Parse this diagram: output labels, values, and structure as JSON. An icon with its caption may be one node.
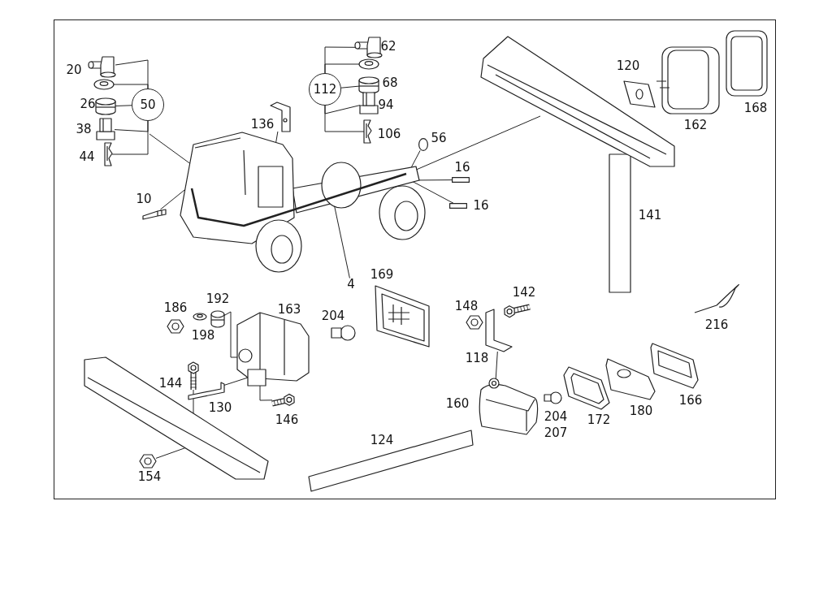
{
  "diagram": {
    "nodes": [
      {
        "text": [
          "50"
        ]
      },
      {
        "text": [
          "112"
        ]
      },
      {
        "text": [
          "4"
        ]
      },
      {
        "text": [],
        "shape": "picture"
      },
      {
        "text": [],
        "shape": "picture"
      },
      {
        "text": [],
        "shape": "picture"
      },
      {
        "text": [],
        "shape": "circle"
      },
      {
        "text": [],
        "shape": "box"
      },
      {
        "text": [],
        "shape": "box"
      },
      {
        "text": [],
        "shape": "picture"
      },
      {
        "text": [],
        "shape": "picture"
      },
      {
        "text": [],
        "shape": "picture"
      },
      {
        "text": [],
        "shape": "picture"
      },
      {
        "text": [],
        "shape": "picture"
      },
      {
        "text": [],
        "shape": "picture"
      },
      {
        "text": [],
        "shape": "picture"
      },
      {
        "text": [],
        "shape": "picture"
      },
      {
        "text": [],
        "shape": "picture"
      },
      {
        "text": [],
        "shape": "picture"
      },
      {
        "text": [],
        "shape": "picture"
      },
      {
        "text": [],
        "shape": "picture"
      },
      {
        "text": [],
        "shape": "picture"
      },
      {
        "text": [],
        "shape": "picture"
      },
      {
        "text": [],
        "shape": "picture"
      },
      {
        "text": [],
        "shape": "picture"
      },
      {
        "text": [],
        "shape": "picture"
      },
      {
        "text": [],
        "shape": "picture"
      },
      {
        "text": [],
        "shape": "picture"
      }
    ],
    "edges": [
      {
        "from": 0,
        "to": 18,
        "arrow": "none"
      },
      {
        "from": 0,
        "to": 19,
        "arrow": "none"
      },
      {
        "from": 0,
        "to": 20,
        "arrow": "none"
      },
      {
        "from": 0,
        "to": 21,
        "arrow": "none"
      },
      {
        "from": 0,
        "to": 22,
        "arrow": "none"
      },
      {
        "from": 1,
        "to": 23,
        "arrow": "none"
      },
      {
        "from": 1,
        "to": 24,
        "arrow": "none"
      },
      {
        "from": 1,
        "to": 25,
        "arrow": "none"
      },
      {
        "from": 1,
        "to": 26,
        "arrow": "none"
      },
      {
        "from": 1,
        "to": 27,
        "arrow": "none"
      },
      {
        "from": 2,
        "to": 3,
        "arrow": "none"
      },
      {
        "from": null,
        "to": 3,
        "arrow": "none"
      },
      {
        "from": 4,
        "to": 3,
        "arrow": "none"
      },
      {
        "from": 5,
        "to": 3,
        "arrow": "none"
      },
      {
        "from": 6,
        "to": 3,
        "arrow": "none"
      },
      {
        "from": 3,
        "to": 7,
        "arrow": "none"
      },
      {
        "from": 3,
        "to": 8,
        "arrow": "none"
      },
      {
        "from": 3,
        "to": 9,
        "arrow": "none"
      },
      {
        "from": 10,
        "to": 11,
        "arrow": "none"
      },
      {
        "from": 12,
        "to": 11,
        "arrow": "none"
      },
      {
        "from": 11,
        "to": 13,
        "arrow": "none"
      },
      {
        "from": 14,
        "to": 15,
        "arrow": "none"
      },
      {
        "from": 16,
        "to": 17,
        "arrow": "none"
      }
    ],
    "labels": [
      "62",
      "20",
      "120",
      "68",
      "26",
      "94",
      "168",
      "136",
      "162",
      "38",
      "106",
      "56",
      "44",
      "16",
      "10",
      "16",
      "141",
      "169",
      "142",
      "192",
      "148",
      "186",
      "163",
      "204",
      "216",
      "198",
      "118",
      "144",
      "166",
      "160",
      "130",
      "180",
      "204",
      "172",
      "146",
      "207",
      "124",
      "154"
    ]
  }
}
